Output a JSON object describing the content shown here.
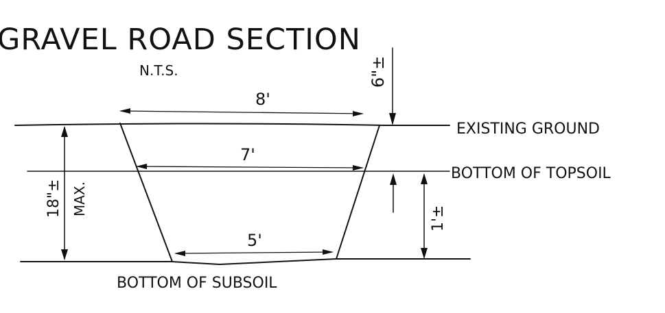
{
  "title": "GRAVEL ROAD SECTION",
  "scale_note": "N.T.S.",
  "labels": {
    "existing_ground": "EXISTING GROUND",
    "bottom_of_topsoil": "BOTTOM OF TOPSOIL",
    "bottom_of_subsoil": "BOTTOM OF SUBSOIL"
  },
  "dimensions": {
    "top_width": "8'",
    "mid_width": "7'",
    "bottom_width": "5'",
    "topsoil_depth": "6\"±",
    "total_depth": "18\"±",
    "total_depth_qualifier": "MAX.",
    "subsoil_depth": "1'±"
  },
  "colors": {
    "ink": "#111111",
    "paper": "#ffffff"
  }
}
